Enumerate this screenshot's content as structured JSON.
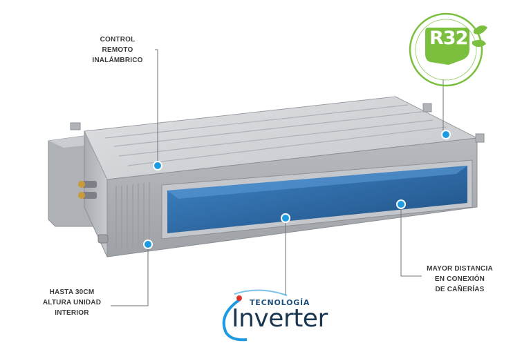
{
  "labels": {
    "control": [
      "CONTROL",
      "REMOTO",
      "INALÁMBRICO"
    ],
    "hasta": [
      "HASTA 30CM",
      "ALTURA UNIDAD",
      "INTERIOR"
    ],
    "mayor": [
      "MAYOR DISTANCIA",
      "EN CONEXIÓN",
      "DE CAÑERÍAS"
    ]
  },
  "badge": {
    "text": "R32"
  },
  "logo": {
    "prefix": "TECNOLOGÍA",
    "word": "Inverter"
  },
  "colors": {
    "badge_green": "#7bbf3e",
    "hotspot_blue": "#1e9be0",
    "unit_gray": "#c9ccd0",
    "duct_blue": "#2d6fae",
    "logo_navy": "#1a3550",
    "logo_dot_red": "#e0312c"
  }
}
